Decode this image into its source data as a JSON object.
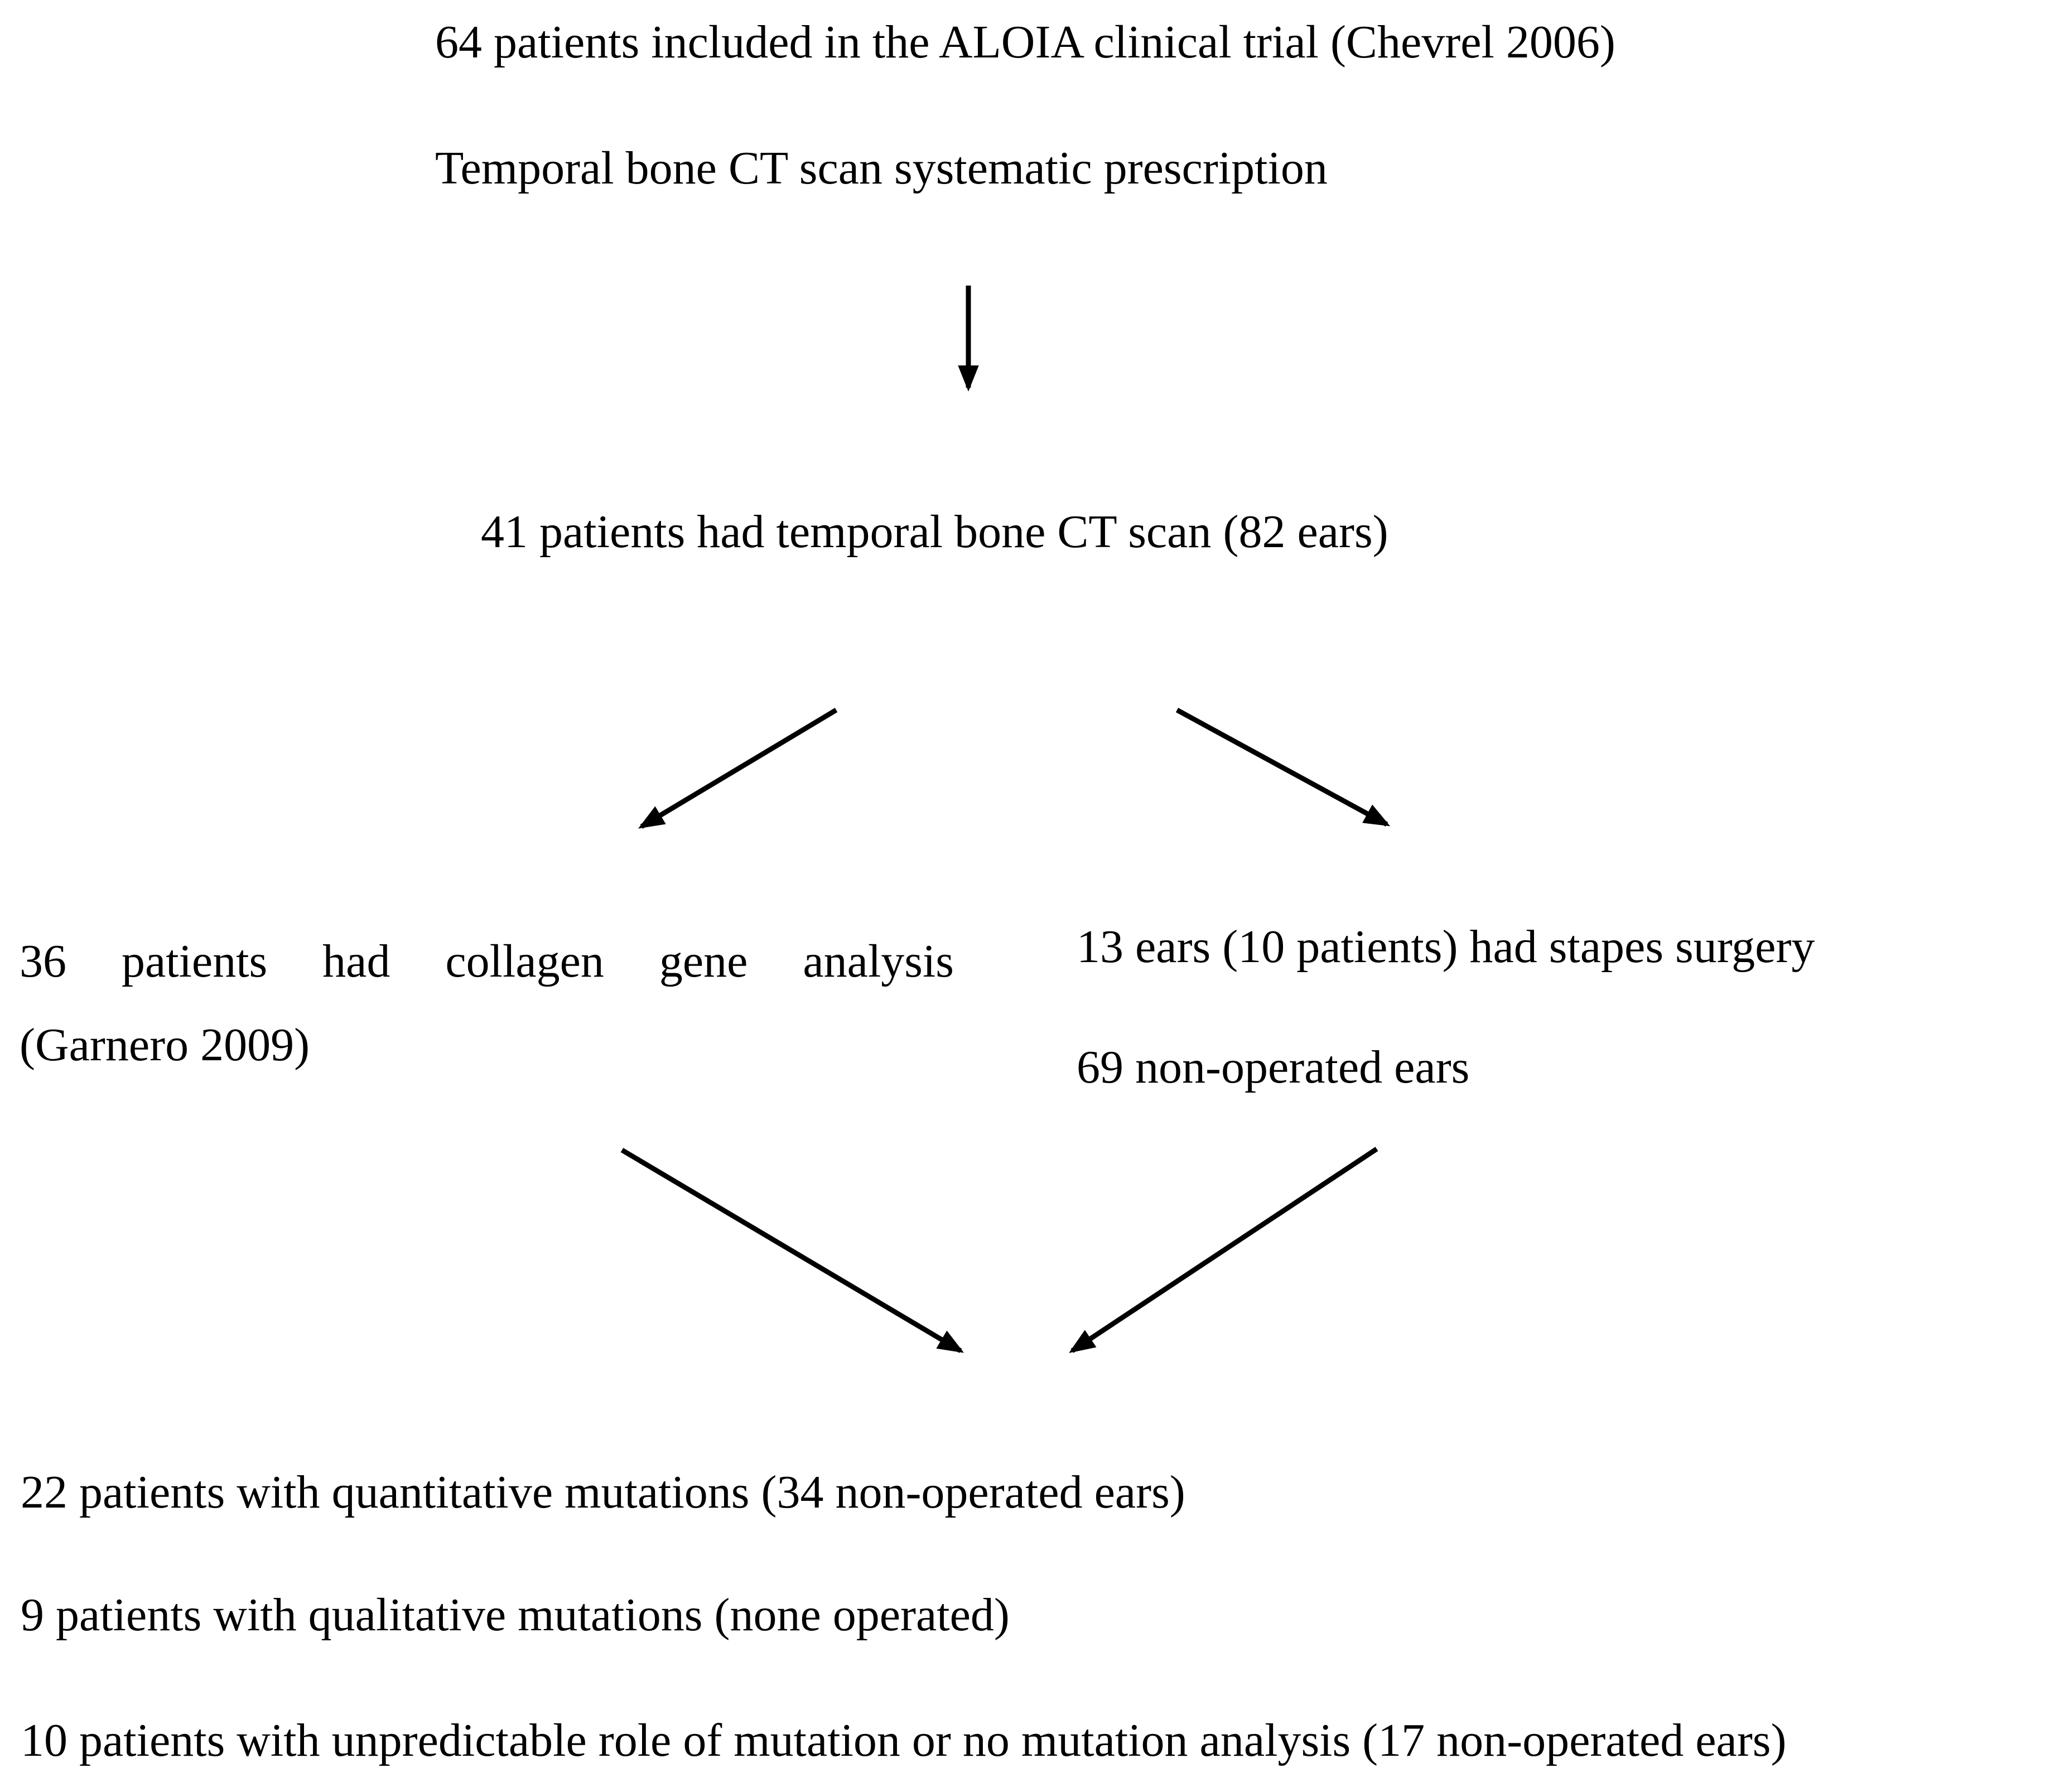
{
  "diagram": {
    "top": {
      "line1": "64 patients included in the ALOIA clinical trial (Chevrel 2006)",
      "line2": "Temporal bone CT scan systematic prescription"
    },
    "ct_scan": {
      "text": "41 patients had temporal bone CT scan (82 ears)"
    },
    "left_branch": {
      "line1": "36 patients had collagen gene analysis",
      "line2": "(Garnero 2009)"
    },
    "right_branch": {
      "line1": "13 ears (10 patients) had stapes surgery",
      "line2": "69 non-operated ears"
    },
    "outcomes": {
      "line1": "22 patients with quantitative mutations (34 non-operated ears)",
      "line2": "9 patients with qualitative mutations (none operated)",
      "line3": "10 patients with unpredictable role of mutation or no mutation analysis (17 non-operated ears)"
    },
    "colors": {
      "text": "#000000",
      "background": "#ffffff",
      "arrow": "#000000"
    }
  }
}
